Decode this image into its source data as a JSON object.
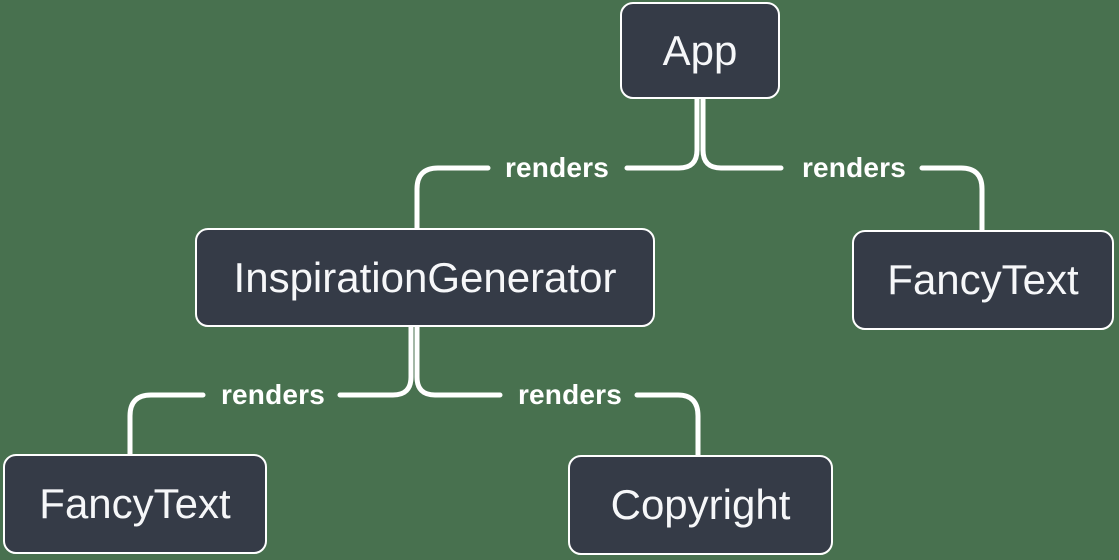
{
  "diagram": {
    "colors": {
      "background": "#48714F",
      "node_fill": "#353B47",
      "node_border": "#FFFFFF",
      "node_text": "#F6F7F9",
      "connector": "#FFFFFF",
      "edge_label_text": "#FFFFFF"
    },
    "nodes": [
      {
        "id": "app",
        "label": "App"
      },
      {
        "id": "inspiration-generator",
        "label": "InspirationGenerator"
      },
      {
        "id": "fancy-text-top-right",
        "label": "FancyText"
      },
      {
        "id": "fancy-text-bottom-left",
        "label": "FancyText"
      },
      {
        "id": "copyright",
        "label": "Copyright"
      }
    ],
    "edges": [
      {
        "from": "App",
        "to": "InspirationGenerator",
        "label": "renders"
      },
      {
        "from": "App",
        "to": "FancyText",
        "label": "renders"
      },
      {
        "from": "InspirationGenerator",
        "to": "FancyText",
        "label": "renders"
      },
      {
        "from": "InspirationGenerator",
        "to": "Copyright",
        "label": "renders"
      }
    ]
  }
}
